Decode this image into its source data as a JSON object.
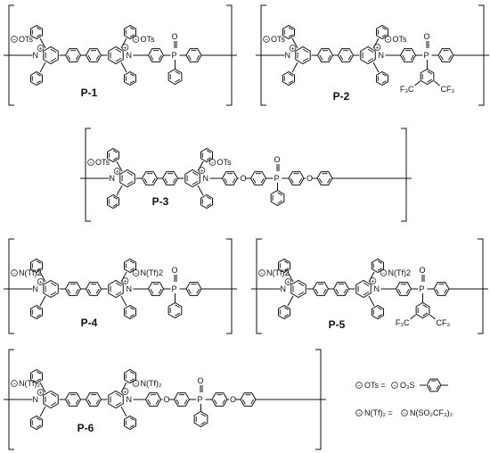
{
  "polymers": [
    {
      "id": "P-1",
      "label": "P-1",
      "anion_left": "OTs",
      "anion_right": "OTs",
      "charge_left": "+",
      "charge_right": "+",
      "anion_charge": "−",
      "n_left": "N",
      "n_right": "N",
      "p_atom": "P",
      "o_atom": "O"
    },
    {
      "id": "P-2",
      "label": "P-2",
      "anion_left": "OTs",
      "anion_right": "OTs",
      "charge_left": "+",
      "charge_right": "+",
      "anion_charge": "−",
      "n_left": "N",
      "n_right": "N",
      "p_atom": "P",
      "o_atom": "O",
      "cf3_left": "F₃C",
      "cf3_right": "CF₃"
    },
    {
      "id": "P-3",
      "label": "P-3",
      "anion_left": "OTs",
      "anion_right": "OTs",
      "charge_left": "+",
      "charge_right": "+",
      "anion_charge": "−",
      "n_left": "N",
      "n_right": "N",
      "p_atom": "P",
      "o_atom": "O",
      "ether_o": "O"
    },
    {
      "id": "P-4",
      "label": "P-4",
      "anion_left": "N(Tf)2",
      "anion_right": "N(Tf)2",
      "charge_left": "+",
      "charge_right": "+",
      "anion_charge": "−",
      "n_left": "N",
      "n_right": "N",
      "p_atom": "P",
      "o_atom": "O"
    },
    {
      "id": "P-5",
      "label": "P-5",
      "anion_left": "N(Tf)2",
      "anion_right": "N(Tf)2",
      "charge_left": "+",
      "charge_right": "+",
      "anion_charge": "−",
      "n_left": "N",
      "n_right": "N",
      "p_atom": "P",
      "o_atom": "O",
      "cf3_left": "F₃C",
      "cf3_right": "CF₃"
    },
    {
      "id": "P-6",
      "label": "P-6",
      "anion_left": "N(Tf)₂",
      "anion_right": "N(Tf)₂",
      "charge_left": "+",
      "charge_right": "+",
      "anion_charge": "−",
      "n_left": "N",
      "n_right": "N",
      "p_atom": "P",
      "o_atom": "O",
      "ether_o": "O"
    }
  ],
  "legend": {
    "ots_lhs": "OTs =",
    "ots_rhs": "O₃S",
    "ntf_lhs": "N(Tf)₂ =",
    "ntf_rhs": "N(SO₂CF₃)₂",
    "minus": "−"
  }
}
